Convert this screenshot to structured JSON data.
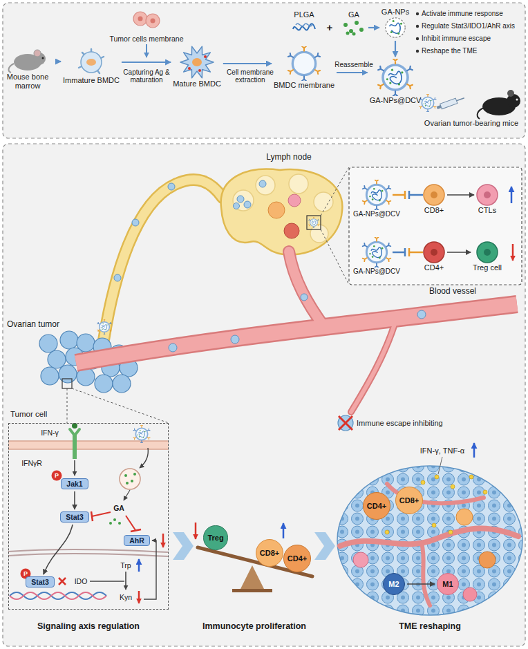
{
  "diagram": {
    "nodes": [
      {
        "text": [
          "Mouse bone marrow"
        ]
      },
      {
        "text": [
          "Immature BMDC"
        ]
      },
      {
        "text": [
          "Mature BMDC"
        ]
      },
      {
        "text": [
          "BMDC membrane"
        ]
      },
      {
        "text": [
          "PLGA"
        ]
      },
      {
        "text": [
          "GA"
        ]
      },
      {
        "text": [
          "GA-NPs"
        ]
      },
      {
        "text": [
          "GA-NPs@DCV"
        ]
      },
      {
        "text": [
          "Ovarian tumor-bearing mice"
        ]
      },
      {
        "text": [
          "GA-NPs@DCV"
        ]
      },
      {
        "text": [
          "CD8+"
        ]
      },
      {
        "text": [
          "CTLs"
        ]
      },
      {
        "text": [
          "GA-NPs@DCV"
        ]
      },
      {
        "text": [
          "CD4+"
        ]
      },
      {
        "text": [
          "Treg cell"
        ]
      },
      {
        "text": [
          "Tumor cell"
        ]
      },
      {
        "text": [
          "Jak1"
        ],
        "in": 15
      },
      {
        "text": [
          "Stat3"
        ],
        "in": 15
      },
      {
        "text": [
          "AhR"
        ],
        "in": 15
      },
      {
        "text": [
          "Stat3"
        ],
        "in": 15
      },
      {
        "text": [
          "Treg"
        ]
      },
      {
        "text": [
          "CD8+"
        ]
      },
      {
        "text": [
          "CD4+"
        ]
      },
      {
        "text": [
          "CD4+"
        ]
      },
      {
        "text": [
          "CD8+"
        ]
      },
      {
        "text": [
          "M2"
        ]
      },
      {
        "text": [
          "M1"
        ]
      }
    ],
    "edges": [
      {
        "from": 0,
        "to": 1,
        "arrow": "to"
      },
      {
        "from": 1,
        "to": 2,
        "label": "Capturing Ag & maturation",
        "arrow": "to"
      },
      {
        "from": 2,
        "to": 3,
        "label": "Cell membrane extraction",
        "arrow": "to"
      },
      {
        "from": 3,
        "to": 7,
        "label": "Reassemble",
        "arrow": "to"
      },
      {
        "from": 5,
        "to": 6,
        "arrow": "to"
      },
      {
        "from": 6,
        "to": 7,
        "arrow": "to"
      },
      {
        "from": 10,
        "to": 11,
        "arrow": "to"
      },
      {
        "from": 13,
        "to": 14,
        "arrow": "to"
      },
      {
        "from": 16,
        "to": 17,
        "arrow": "to"
      },
      {
        "from": 17,
        "to": 19,
        "arrow": "to"
      },
      {
        "from": 25,
        "to": 26,
        "arrow": "to"
      }
    ],
    "labels": [
      "Tumor cells membrane",
      "+",
      "Activate immune response",
      "Regulate Stat3/IDO1/AhR axis",
      "Inhibit immune escape",
      "Reshape the TME",
      "Lymph node",
      "Ovarian tumor",
      "Blood vessel",
      "Immune escape inhibiting",
      "IFN-γ",
      "IFNγR",
      "P",
      "GA",
      "P",
      "IDO",
      "Trp",
      "Kyn",
      "Signaling axis regulation",
      "Immunocyte proliferation",
      "TME reshaping",
      "IFN-γ, TNF-α"
    ]
  }
}
